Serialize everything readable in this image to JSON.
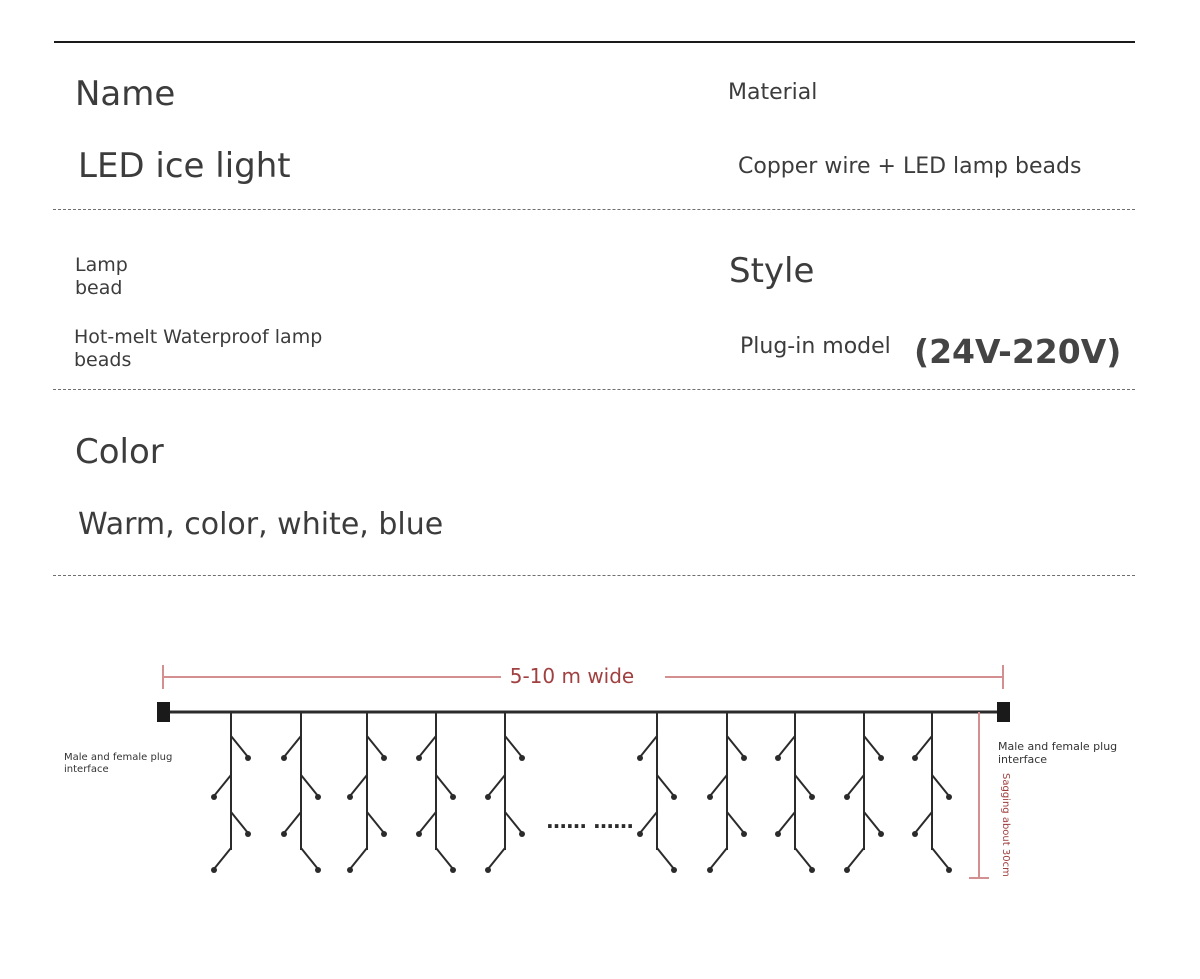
{
  "spec": {
    "name_label": "Name",
    "name_value": "LED ice light",
    "material_label": "Material",
    "material_value": "Copper wire + LED lamp beads",
    "lamp_bead_label_line1": "Lamp",
    "lamp_bead_label_line2": "bead",
    "lamp_bead_value_line1": "Hot-melt Waterproof lamp",
    "lamp_bead_value_line2": "beads",
    "style_label": "Style",
    "style_value": "Plug-in model",
    "voltage": "(24V-220V)",
    "color_label": "Color",
    "color_value": "Warm, color, white, blue"
  },
  "diagram": {
    "width_label": "5-10 m wide",
    "left_plug_line1": "Male and female plug",
    "left_plug_line2": "interface",
    "right_plug_line1": "Male and female plug",
    "right_plug_line2": "interface",
    "sag_label": "Sagging about 30cm",
    "ellipsis": "…… ……"
  },
  "colors": {
    "text": "#3c3c3c",
    "accent_red": "#a04040",
    "guide_pink": "#d49090",
    "wire": "#2b2b2b"
  }
}
